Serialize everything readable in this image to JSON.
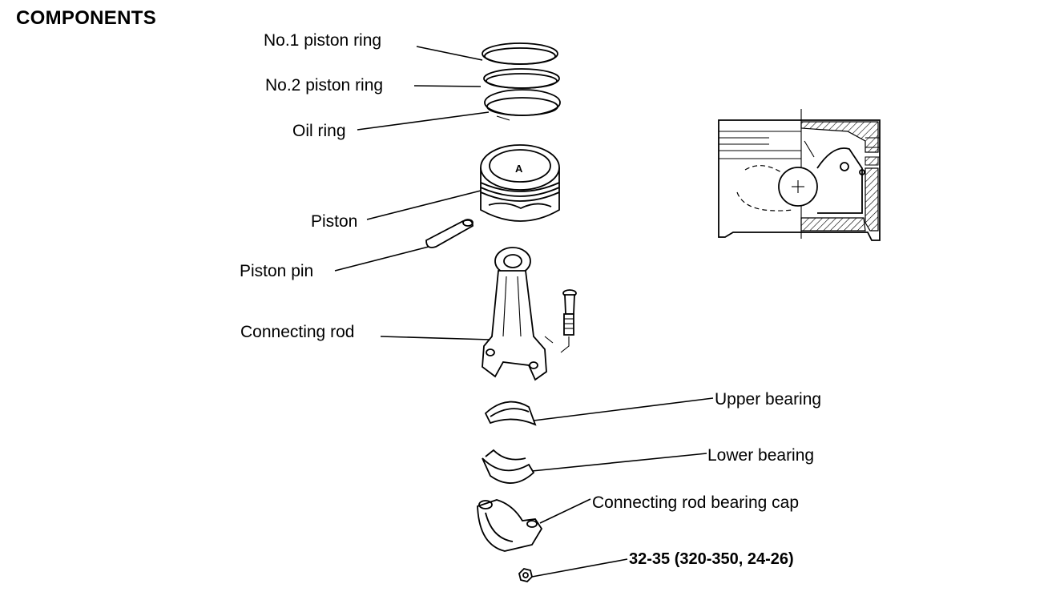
{
  "title": "COMPONENTS",
  "labels": {
    "ring1": "No.1 piston ring",
    "ring2": "No.2 piston ring",
    "oil_ring": "Oil ring",
    "piston": "Piston",
    "piston_pin": "Piston pin",
    "connecting_rod": "Connecting rod",
    "upper_bearing": "Upper bearing",
    "lower_bearing": "Lower bearing",
    "bearing_cap": "Connecting rod bearing cap"
  },
  "torque": "32-35 (320-350, 24-26)",
  "icons": [
    "piston-ring-icon",
    "piston-icon",
    "piston-pin-icon",
    "connecting-rod-icon",
    "bolt-icon",
    "bearing-icon",
    "bearing-cap-icon",
    "nut-icon",
    "piston-cross-section-icon"
  ]
}
